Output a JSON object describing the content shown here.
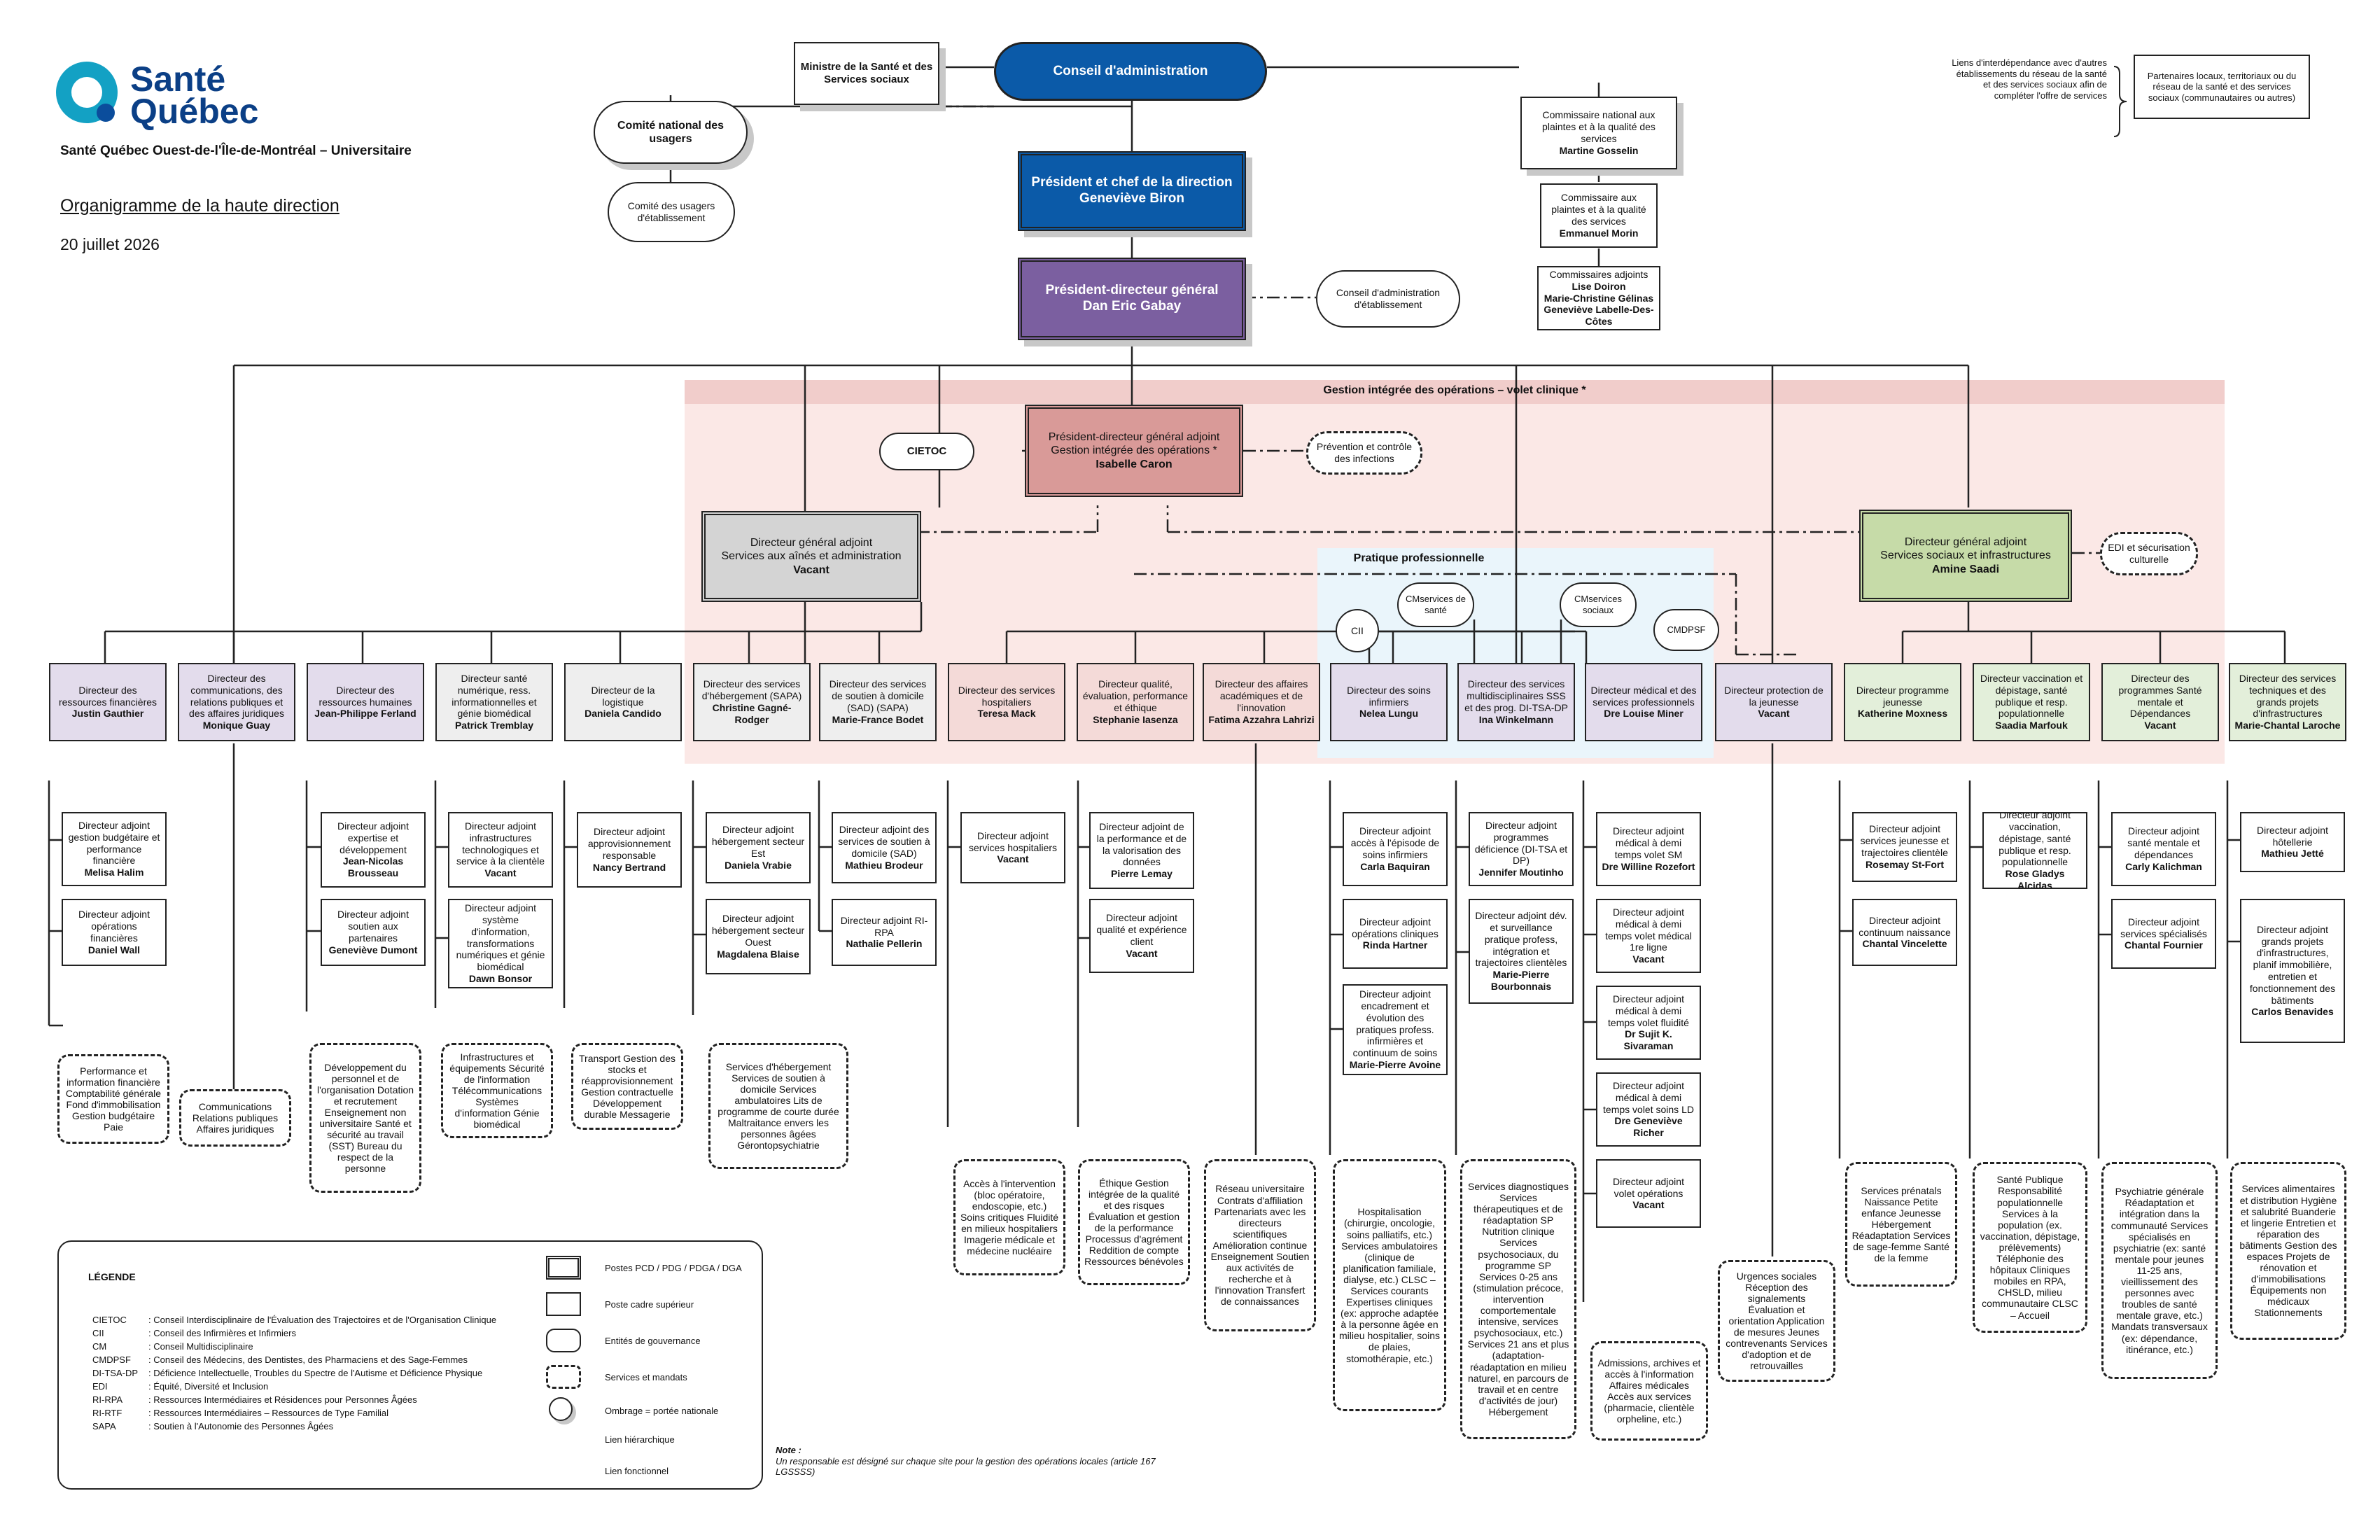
{
  "logo": {
    "line1": "Santé",
    "line2": "Québec"
  },
  "header": {
    "org": "Santé Québec Ouest-de-l'Île-de-Montréal – Universitaire",
    "title": "Organigramme de la haute direction",
    "date": "20 juillet 2026"
  },
  "colors": {
    "blue": "#0b5aa8",
    "purple": "#7b5fa0",
    "pink": "#d99a98",
    "gray": "#d4d4d4",
    "green": "#c6dba8",
    "pinkband": "#fbe8e6",
    "pinkhdr": "#f1cdcb",
    "lightblue": "#eaf5fb",
    "lav": "#e3dcec",
    "lpink": "#f4dad8",
    "lgreen": "#e3efda"
  },
  "top": {
    "ministere": "Ministre de la Santé et des Services sociaux",
    "conseil_admin": "Conseil d'administration",
    "comite_national": "Comité national des usagers",
    "comite_etab": "Comité des usagers d'établissement",
    "commissaire_nat": {
      "title": "Commissaire national aux plaintes et à la qualité des services",
      "name": "Martine Gosselin"
    },
    "commissaire": {
      "title": "Commissaire aux plaintes et à la qualité des services",
      "name": "Emmanuel Morin"
    },
    "commissaires_adj": {
      "title": "Commissaires adjoints",
      "names": [
        "Lise Doiron",
        "Marie-Christine Gélinas",
        "Geneviève Labelle-Des-Côtes"
      ]
    },
    "president": {
      "title": "Président et chef de la direction",
      "name": "Geneviève Biron"
    },
    "pdg": {
      "title": "Président-directeur général",
      "name": "Dan Eric Gabay"
    },
    "ca_etab": "Conseil d'administration d'établissement",
    "liens_note": "Liens d'interdépendance avec d'autres établissements du réseau de la santé et des services sociaux afin de compléter l'offre de services",
    "partenaires": "Partenaires locaux, territoriaux ou du réseau de la santé et des services sociaux (communautaires ou autres)"
  },
  "band": {
    "title": "Gestion intégrée des opérations – volet clinique *",
    "pratique": "Pratique professionnelle"
  },
  "mid": {
    "cietoc": "CIETOC",
    "pdga": {
      "l1": "Président-directeur général adjoint",
      "l2": "Gestion intégrée des opérations *",
      "name": "Isabelle Caron"
    },
    "prevention": "Prévention et contrôle des infections",
    "dga_aines": {
      "l1": "Directeur général adjoint",
      "l2": "Services aux aînés et administration",
      "name": "Vacant"
    },
    "dga_sociaux": {
      "l1": "Directeur général adjoint",
      "l2": "Services sociaux et infrastructures",
      "name": "Amine Saadi"
    },
    "edi": "EDI et sécurisation culturelle",
    "cii": "CII",
    "cm_sante": "CMservices de santé",
    "cm_sociaux": "CMservices sociaux",
    "cmdpsf": "CMDPSF"
  },
  "directors": [
    {
      "t": "Directeur des ressources financières",
      "n": "Justin Gauthier"
    },
    {
      "t": "Directeur des communications, des relations publiques et des affaires juridiques",
      "n": "Monique Guay"
    },
    {
      "t": "Directeur des ressources humaines",
      "n": "Jean-Philippe Ferland"
    },
    {
      "t": "Directeur santé numérique, ress. informationnelles et génie biomédical",
      "n": "Patrick Tremblay"
    },
    {
      "t": "Directeur de la logistique",
      "n": "Daniela Candido"
    },
    {
      "t": "Directeur des services d'hébergement (SAPA)",
      "n": "Christine Gagné-Rodger"
    },
    {
      "t": "Directeur des services de soutien à domicile (SAD) (SAPA)",
      "n": "Marie-France Bodet"
    },
    {
      "t": "Directeur des services hospitaliers",
      "n": "Teresa Mack"
    },
    {
      "t": "Directeur qualité, évaluation, performance et éthique",
      "n": "Stephanie Iasenza"
    },
    {
      "t": "Directeur des affaires académiques et de l'innovation",
      "n": "Fatima Azzahra Lahrizi"
    },
    {
      "t": "Directeur des soins infirmiers",
      "n": "Nelea Lungu"
    },
    {
      "t": "Directeur des services multidisciplinaires SSS et des prog. DI-TSA-DP",
      "n": "Ina Winkelmann"
    },
    {
      "t": "Directeur médical et des services professionnels",
      "n": "Dre Louise Miner"
    },
    {
      "t": "Directeur protection de la jeunesse",
      "n": "Vacant"
    },
    {
      "t": "Directeur programme jeunesse",
      "n": "Katherine Moxness"
    },
    {
      "t": "Directeur vaccination et dépistage, santé publique et resp. populationnelle",
      "n": "Saadia Marfouk"
    },
    {
      "t": "Directeur des programmes Santé mentale et Dépendances",
      "n": "Vacant"
    },
    {
      "t": "Directeur des services techniques et des grands projets d'infrastructures",
      "n": "Marie-Chantal Laroche"
    }
  ],
  "adjoints": [
    {
      "t": "Directeur adjoint gestion budgétaire et performance financière",
      "n": "Melisa Halim"
    },
    {
      "t": "Directeur adjoint opérations financières",
      "n": "Daniel Wall"
    },
    {
      "t": "Directeur adjoint expertise et développement",
      "n": "Jean-Nicolas Brousseau"
    },
    {
      "t": "Directeur adjoint soutien aux partenaires",
      "n": "Geneviève Dumont"
    },
    {
      "t": "Directeur adjoint infrastructures technologiques et service à la clientèle",
      "n": "Vacant"
    },
    {
      "t": "Directeur adjoint système d'information, transformations numériques et génie biomédical",
      "n": "Dawn Bonsor"
    },
    {
      "t": "Directeur adjoint approvisionnement responsable",
      "n": "Nancy Bertrand"
    },
    {
      "t": "Directeur adjoint hébergement secteur Est",
      "n": "Daniela Vrabie"
    },
    {
      "t": "Directeur adjoint hébergement secteur Ouest",
      "n": "Magdalena Blaise"
    },
    {
      "t": "Directeur adjoint des services de soutien à domicile (SAD)",
      "n": "Mathieu Brodeur"
    },
    {
      "t": "Directeur adjoint RI-RPA",
      "n": "Nathalie Pellerin"
    },
    {
      "t": "Directeur adjoint services hospitaliers",
      "n": "Vacant"
    },
    {
      "t": "Directeur adjoint de la performance et de la valorisation des données",
      "n": "Pierre Lemay"
    },
    {
      "t": "Directeur adjoint qualité et expérience client",
      "n": "Vacant"
    },
    {
      "t": "Directeur adjoint accès à l'épisode de soins infirmiers",
      "n": "Carla Baquiran"
    },
    {
      "t": "Directeur adjoint opérations cliniques",
      "n": "Rinda Hartner"
    },
    {
      "t": "Directeur adjoint encadrement et évolution des pratiques profess. infirmières et continuum de soins",
      "n": "Marie-Pierre Avoine"
    },
    {
      "t": "Directeur adjoint programmes déficience (DI-TSA et DP)",
      "n": "Jennifer Moutinho"
    },
    {
      "t": "Directeur adjoint dév. et surveillance pratique profess, intégration et trajectoires clientèles",
      "n": "Marie-Pierre Bourbonnais"
    },
    {
      "t": "Directeur adjoint médical à demi temps volet SM",
      "n": "Dre Willine Rozefort"
    },
    {
      "t": "Directeur adjoint médical à demi temps volet médical 1re ligne",
      "n": "Vacant"
    },
    {
      "t": "Directeur adjoint médical à demi temps volet fluidité",
      "n": "Dr Sujit K. Sivaraman"
    },
    {
      "t": "Directeur adjoint médical à demi temps volet soins LD",
      "n": "Dre Geneviève Richer"
    },
    {
      "t": "Directeur adjoint volet opérations",
      "n": "Vacant"
    },
    {
      "t": "Directeur adjoint services jeunesse et trajectoires clientèle",
      "n": "Rosemay St-Fort"
    },
    {
      "t": "Directeur adjoint continuum naissance",
      "n": "Chantal Vincelette"
    },
    {
      "t": "Directeur adjoint vaccination, dépistage, santé publique et resp. populationnelle",
      "n": "Rose Gladys Alcidas"
    },
    {
      "t": "Directeur adjoint santé mentale et dépendances",
      "n": "Carly Kalichman"
    },
    {
      "t": "Directeur adjoint services spécialisés",
      "n": "Chantal Fournier"
    },
    {
      "t": "Directeur adjoint hôtellerie",
      "n": "Mathieu Jetté"
    },
    {
      "t": "Directeur adjoint grands projets d'infrastructures, planif immobilière, entretien et fonctionnement des bâtiments",
      "n": "Carlos Benavides"
    }
  ],
  "services": [
    "Performance et information financière Comptabilité générale Fond d'immobilisation Gestion budgétaire Paie",
    "Communications Relations publiques Affaires juridiques",
    "Développement du personnel et de l'organisation Dotation et recrutement Enseignement non universitaire Santé et sécurité au travail (SST) Bureau du respect de la personne",
    "Infrastructures et équipements Sécurité de l'information Télécommunications Systèmes d'information Génie biomédical",
    "Transport Gestion des stocks et réapprovisionnement Gestion contractuelle Développement durable Messagerie",
    "Services d'hébergement Services de soutien à domicile Services ambulatoires Lits de programme de courte durée Maltraitance envers les personnes âgées Gérontopsychiatrie",
    "Accès à l'intervention (bloc opératoire, endoscopie, etc.) Soins critiques Fluidité en milieux hospitaliers Imagerie médicale et médecine nucléaire",
    "Éthique Gestion intégrée de la qualité et des risques Évaluation et gestion de la performance Processus d'agrément Reddition de compte Ressources bénévoles",
    "Réseau universitaire Contrats d'affiliation Partenariats avec les directeurs scientifiques Amélioration continue Enseignement Soutien aux activités de recherche et à l'innovation Transfert de connaissances",
    "Hospitalisation (chirurgie, oncologie, soins palliatifs, etc.) Services ambulatoires (clinique de planification familiale, dialyse, etc.) CLSC – Services courants Expertises cliniques (ex: approche adaptée à la personne âgée en milieu hospitalier, soins de plaies, stomothérapie, etc.)",
    "Services diagnostiques Services thérapeutiques et de réadaptation SP Nutrition clinique Services psychosociaux, du programme SP Services 0-25 ans (stimulation précoce, intervention comportementale intensive, services psychosociaux, etc.) Services 21 ans et plus (adaptation-réadaptation en milieu naturel, en parcours de travail et en centre d'activités de jour) Hébergement",
    "Admissions, archives et accès à l'information Affaires médicales Accès aux services (pharmacie, clientèle orpheline, etc.)",
    "Urgences sociales Réception des signalements Évaluation et orientation Application de mesures Jeunes contrevenants Services d'adoption et de retrouvailles",
    "Services prénatals Naissance Petite enfance Jeunesse Hébergement Réadaptation Services de sage-femme Santé de la femme",
    "Santé Publique Responsabilité populationnelle Services à la population (ex. vaccination, dépistage, prélèvements) Téléphonie des hôpitaux Cliniques mobiles en RPA, CHSLD, milieu communautaire CLSC – Accueil",
    "Psychiatrie générale Réadaptation et intégration dans la communauté Services spécialisés en psychiatrie (ex: santé mentale pour jeunes 11-25 ans, vieillissement des personnes avec troubles de santé mentale grave, etc.) Mandats transversaux (ex: dépendance, itinérance, etc.)",
    "Services alimentaires et distribution Hygiène et salubrité Buanderie et lingerie Entretien et réparation des bâtiments Gestion des espaces Projets de rénovation et d'immobilisations Équipements non médicaux Stationnements"
  ],
  "legend": {
    "title": "LÉGENDE",
    "abbr": [
      {
        "a": "CIETOC",
        "d": "Conseil Interdisciplinaire de l'Évaluation des Trajectoires et de l'Organisation Clinique"
      },
      {
        "a": "CII",
        "d": "Conseil des Infirmières et Infirmiers"
      },
      {
        "a": "CM",
        "d": "Conseil Multidisciplinaire"
      },
      {
        "a": "CMDPSF",
        "d": "Conseil des Médecins, des Dentistes, des Pharmaciens et des Sage-Femmes"
      },
      {
        "a": "DI-TSA-DP",
        "d": "Déficience Intellectuelle, Troubles du Spectre de l'Autisme et Déficience Physique"
      },
      {
        "a": "EDI",
        "d": "Équité, Diversité et Inclusion"
      },
      {
        "a": "RI-RPA",
        "d": "Ressources Intermédiaires et Résidences pour Personnes Âgées"
      },
      {
        "a": "RI-RTF",
        "d": "Ressources Intermédiaires – Ressources de Type Familial"
      },
      {
        "a": "SAPA",
        "d": "Soutien à l'Autonomie des Personnes Âgées"
      }
    ],
    "symbols": [
      "Postes PCD / PDG / PDGA / DGA",
      "Poste cadre supérieur",
      "Entités de gouvernance",
      "Services et mandats",
      "Ombrage = portée nationale",
      "Lien hiérarchique",
      "Lien fonctionnel"
    ]
  },
  "note": {
    "title": "Note :",
    "text": "Un responsable est désigné sur chaque site pour la gestion des opérations locales (article 167 LGSSSS)"
  }
}
